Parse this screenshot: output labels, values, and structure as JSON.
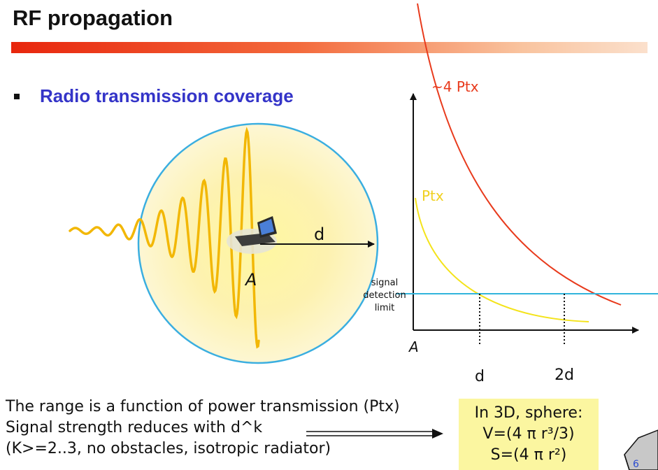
{
  "title": "RF propagation",
  "bullet": "Radio transmission coverage",
  "coverage": {
    "node_label": "A",
    "distance_label": "d"
  },
  "graph": {
    "curve_high_label": "~4 Ptx",
    "curve_low_label": "Ptx",
    "threshold_label_lines": [
      "signal",
      "detection",
      "limit"
    ],
    "origin_label": "A",
    "x_tick_d": "d",
    "x_tick_2d": "2d"
  },
  "text_lines": [
    "The range is a function of power transmission (Ptx)",
    "Signal strength reduces with d^k",
    "(K>=2..3, no obstacles, isotropic radiator)"
  ],
  "box_lines": [
    "In 3D, sphere:",
    "V=(4 π r³/3)",
    "S=(4 π r²)"
  ],
  "page_number": "6",
  "colors": {
    "title_bar": "#e8260d",
    "bullet_text": "#3434c8",
    "circle": "#3aaee0",
    "wave": "#f2b705",
    "curve_high": "#e83a1c",
    "curve_low": "#f4e31a",
    "threshold": "#31b4dc",
    "box": "#fbf6a0"
  }
}
